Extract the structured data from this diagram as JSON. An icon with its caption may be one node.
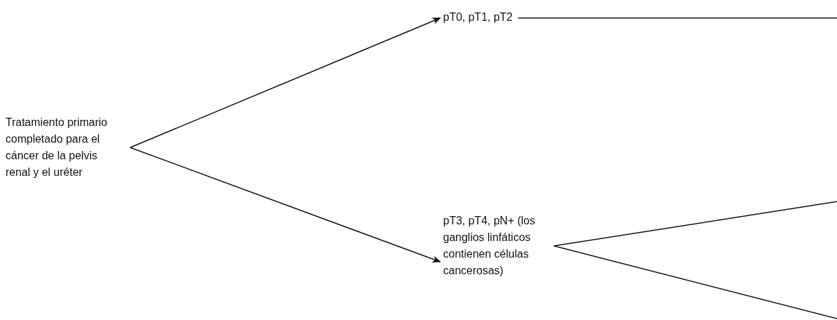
{
  "diagram": {
    "nodes": [
      {
        "text": [
          "Tratamiento primario completado para el cáncer de la pelvis renal y el uréter"
        ]
      },
      {
        "text": [
          "pT0, pT1, pT2"
        ]
      },
      {
        "text": [
          "pT3, pT4, pN+ (los ganglios linfáticos contienen células cancerosas)"
        ]
      }
    ],
    "edges": [
      {
        "from": 0,
        "to": 1,
        "arrow": "to"
      },
      {
        "from": 0,
        "to": 2,
        "arrow": "to"
      },
      {
        "from": 1,
        "to": null,
        "arrow": "none"
      },
      {
        "from": 2,
        "to": null,
        "arrow": "none"
      },
      {
        "from": 2,
        "to": null,
        "arrow": "none"
      }
    ]
  }
}
